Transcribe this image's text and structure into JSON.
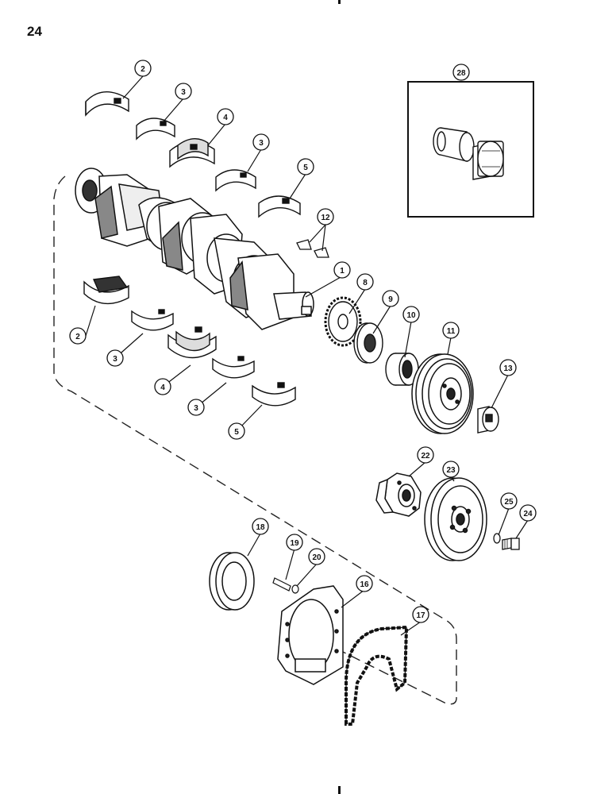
{
  "page": {
    "number": "24"
  },
  "inset": {
    "callout": "28"
  },
  "callouts": {
    "c1": "1",
    "c2a": "2",
    "c2b": "2",
    "c3a": "3",
    "c3b": "3",
    "c3c": "3",
    "c3d": "3",
    "c4a": "4",
    "c4b": "4",
    "c5a": "5",
    "c5b": "5",
    "c8": "8",
    "c9": "9",
    "c10": "10",
    "c11": "11",
    "c12": "12",
    "c13": "13",
    "c16": "16",
    "c17": "17",
    "c18": "18",
    "c19": "19",
    "c20": "20",
    "c22": "22",
    "c23": "23",
    "c24": "24",
    "c25": "25"
  }
}
